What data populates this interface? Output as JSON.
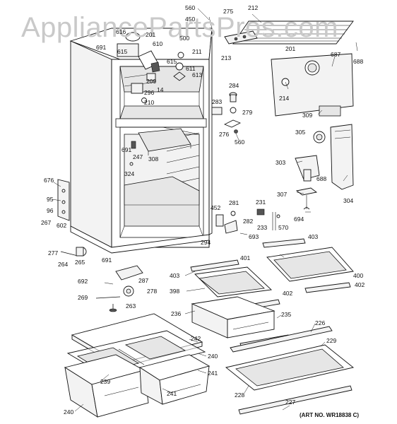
{
  "watermark": "AppliancePartsPros.com",
  "art_number": "(ART NO. WR18838 C)",
  "callouts": [
    {
      "id": "560a",
      "text": "560"
    },
    {
      "id": "275",
      "text": "275"
    },
    {
      "id": "212",
      "text": "212"
    },
    {
      "id": "450",
      "text": "450"
    },
    {
      "id": "616",
      "text": "616"
    },
    {
      "id": "201a",
      "text": "201"
    },
    {
      "id": "691a",
      "text": "691"
    },
    {
      "id": "615a",
      "text": "615"
    },
    {
      "id": "610",
      "text": "610"
    },
    {
      "id": "500",
      "text": "500"
    },
    {
      "id": "211",
      "text": "211"
    },
    {
      "id": "213",
      "text": "213"
    },
    {
      "id": "201b",
      "text": "201"
    },
    {
      "id": "687",
      "text": "687"
    },
    {
      "id": "688a",
      "text": "688"
    },
    {
      "id": "615b",
      "text": "615"
    },
    {
      "id": "611",
      "text": "611"
    },
    {
      "id": "209",
      "text": "209"
    },
    {
      "id": "613",
      "text": "613"
    },
    {
      "id": "14",
      "text": "14"
    },
    {
      "id": "296",
      "text": "296"
    },
    {
      "id": "284",
      "text": "284"
    },
    {
      "id": "214",
      "text": "214"
    },
    {
      "id": "210",
      "text": "210"
    },
    {
      "id": "283",
      "text": "283"
    },
    {
      "id": "279",
      "text": "279"
    },
    {
      "id": "309",
      "text": "309"
    },
    {
      "id": "276",
      "text": "276"
    },
    {
      "id": "560b",
      "text": "560"
    },
    {
      "id": "305",
      "text": "305"
    },
    {
      "id": "691b",
      "text": "691"
    },
    {
      "id": "247",
      "text": "247"
    },
    {
      "id": "308",
      "text": "308"
    },
    {
      "id": "303",
      "text": "303"
    },
    {
      "id": "324",
      "text": "324"
    },
    {
      "id": "688b",
      "text": "688"
    },
    {
      "id": "676",
      "text": "676"
    },
    {
      "id": "95",
      "text": "95"
    },
    {
      "id": "96",
      "text": "96"
    },
    {
      "id": "307",
      "text": "307"
    },
    {
      "id": "304",
      "text": "304"
    },
    {
      "id": "281",
      "text": "281"
    },
    {
      "id": "231",
      "text": "231"
    },
    {
      "id": "694",
      "text": "694"
    },
    {
      "id": "452",
      "text": "452"
    },
    {
      "id": "267",
      "text": "267"
    },
    {
      "id": "602",
      "text": "602"
    },
    {
      "id": "282",
      "text": "282"
    },
    {
      "id": "233",
      "text": "233"
    },
    {
      "id": "570",
      "text": "570"
    },
    {
      "id": "693",
      "text": "693"
    },
    {
      "id": "403a",
      "text": "403"
    },
    {
      "id": "294",
      "text": "294"
    },
    {
      "id": "277",
      "text": "277"
    },
    {
      "id": "264",
      "text": "264"
    },
    {
      "id": "265",
      "text": "265"
    },
    {
      "id": "401",
      "text": "401"
    },
    {
      "id": "691c",
      "text": "691"
    },
    {
      "id": "403b",
      "text": "403"
    },
    {
      "id": "400",
      "text": "400"
    },
    {
      "id": "287",
      "text": "287"
    },
    {
      "id": "692",
      "text": "692"
    },
    {
      "id": "402a",
      "text": "402"
    },
    {
      "id": "398",
      "text": "398"
    },
    {
      "id": "402b",
      "text": "402"
    },
    {
      "id": "278",
      "text": "278"
    },
    {
      "id": "269",
      "text": "269"
    },
    {
      "id": "263",
      "text": "263"
    },
    {
      "id": "236",
      "text": "236"
    },
    {
      "id": "235",
      "text": "235"
    },
    {
      "id": "226",
      "text": "226"
    },
    {
      "id": "242",
      "text": "242"
    },
    {
      "id": "229",
      "text": "229"
    },
    {
      "id": "240a",
      "text": "240"
    },
    {
      "id": "241a",
      "text": "241"
    },
    {
      "id": "239",
      "text": "239"
    },
    {
      "id": "241b",
      "text": "241"
    },
    {
      "id": "228",
      "text": "228"
    },
    {
      "id": "227",
      "text": "227"
    },
    {
      "id": "240b",
      "text": "240"
    }
  ]
}
